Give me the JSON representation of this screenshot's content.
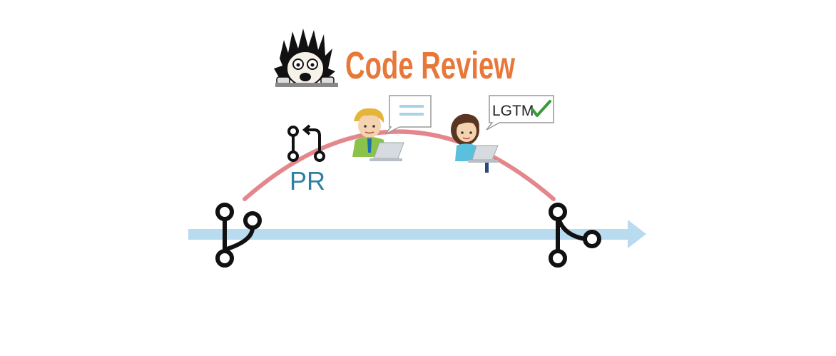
{
  "header": {
    "title": "Code Review"
  },
  "labels": {
    "pr": "PR",
    "approval": "LGTM"
  },
  "icons": {
    "branch_start": "git-branch-icon",
    "pull_request": "git-pull-request-icon",
    "merge": "git-merge-icon",
    "reviewer_one": "reviewer-man-icon",
    "reviewer_two": "reviewer-woman-icon",
    "mascot": "shocked-face-icon",
    "comment": "speech-bubble-icon",
    "checkmark": "check-icon"
  },
  "colors": {
    "title": "#e8783a",
    "main_line": "#b9dbef",
    "branch_arc": "#e4878c",
    "pr_label": "#2f7fa3",
    "check": "#3a9a3a",
    "icon": "#111111"
  }
}
